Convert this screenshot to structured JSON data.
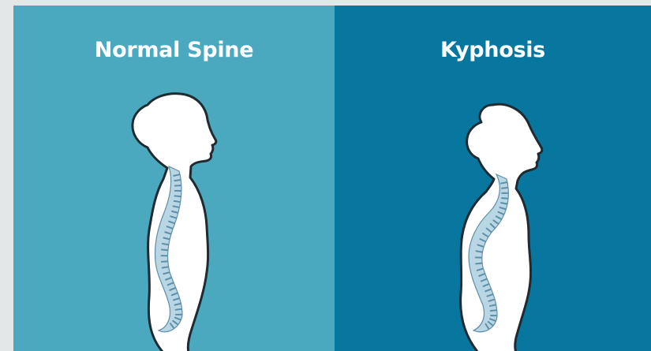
{
  "colors": {
    "page_background": "#e4e7e8",
    "left_panel_background": "#4aa9be",
    "right_panel_background": "#0777a0",
    "silhouette_fill": "#ffffff",
    "silhouette_outline": "#1f2a31",
    "spine_fill": "#b9d6e4",
    "vertebra_lines": "#5d8fa8"
  },
  "panels": [
    {
      "title": "Normal Spine",
      "figure": "normal-spine-silhouette"
    },
    {
      "title": "Kyphosis",
      "figure": "kyphosis-silhouette"
    }
  ]
}
